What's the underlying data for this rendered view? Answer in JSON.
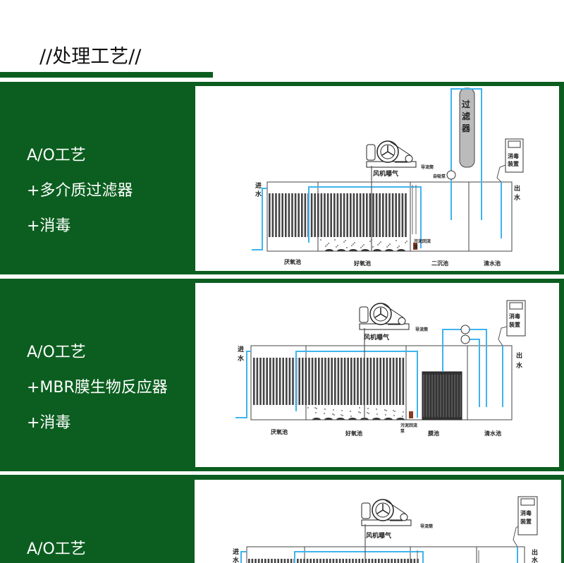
{
  "section_title": "//处理工艺//",
  "colors": {
    "brand_green": "#0b5e1f",
    "pipe_blue": "#3fb4ee"
  },
  "panels": [
    {
      "lines": [
        "A/O工艺",
        "+多介质过滤器",
        "+消毒"
      ],
      "diagram": {
        "inlet": [
          "进",
          "水"
        ],
        "outlet": [
          "出",
          "水"
        ],
        "blower": "风机曝气",
        "draft_tube": "导流筒",
        "self_priming_pump": "自吸泵",
        "sludge_pump": [
          "污泥回流",
          "泵"
        ],
        "filter": [
          "过",
          "滤",
          "器"
        ],
        "disinfection": [
          "消毒",
          "装置"
        ],
        "tanks": [
          "厌氧池",
          "好氧池",
          "二沉池",
          "清水池"
        ]
      }
    },
    {
      "lines": [
        "A/O工艺",
        "+MBR膜生物反应器",
        "+消毒"
      ],
      "diagram": {
        "inlet": [
          "进",
          "水"
        ],
        "outlet": [
          "出",
          "水"
        ],
        "blower": "风机曝气",
        "draft_tube": "导流筒",
        "sludge_pump": [
          "污泥回流",
          "泵"
        ],
        "disinfection": [
          "消毒",
          "装置"
        ],
        "tanks": [
          "厌氧池",
          "好氧池",
          "膜池",
          "清水池"
        ]
      }
    },
    {
      "lines": [
        "A/O工艺"
      ],
      "diagram": {
        "inlet": [
          "进",
          "水"
        ],
        "outlet": [
          "出",
          "水"
        ],
        "blower": "风机曝气",
        "draft_tube": "导流筒",
        "disinfection": [
          "消毒",
          "装置"
        ]
      }
    }
  ]
}
